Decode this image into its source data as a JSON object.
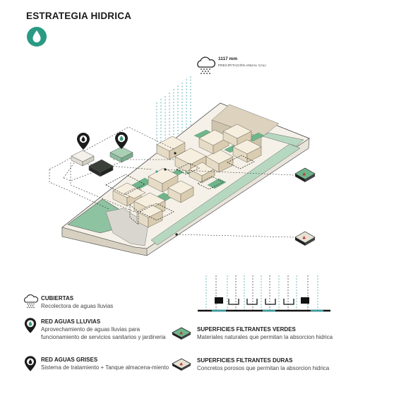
{
  "header": {
    "title": "ESTRATEGIA HIDRICA"
  },
  "precipitation": {
    "value": "1117 mm",
    "caption": "PRECIPITACIÓN ANUAL CALI"
  },
  "legend": {
    "left": [
      {
        "title": "CUBIERTAS",
        "description": "Recolectora de aguas lluvias",
        "icon": "cloud-rain-icon"
      },
      {
        "title": "RED AGUAS LLUVIAS",
        "description": "Aprovechamiento de aguas lluvias para funcionamiento de servicios sanitarios y jardineria",
        "icon": "pin-drop-green-icon"
      },
      {
        "title": "RED AGUAS GRISES",
        "description": "Sistema de tratamiento + Tanque almacena-miento",
        "icon": "pin-drop-dark-icon"
      }
    ],
    "right": [
      {
        "title": "SUPERFICIES FILTRANTES VERDES",
        "description": "Materiales naturales que permitan la absorcion hidrica",
        "icon": "green-tile-icon"
      },
      {
        "title": "SUPERFICIES FILTRANTES DURAS",
        "description": "Concretos porosos que permitan la absorcion hidrica",
        "icon": "hard-tile-icon"
      }
    ]
  },
  "colors": {
    "green": "#5fa982",
    "lightGreen": "#a9d0b4",
    "dark": "#1f1f1f",
    "beige": "#efe8d9",
    "teal": "#3b9fa0"
  }
}
